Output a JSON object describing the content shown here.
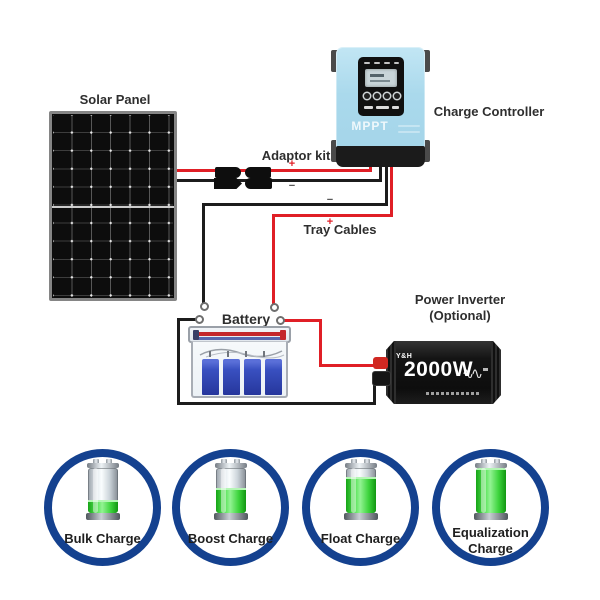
{
  "diagram": {
    "title_labels": {
      "solar_panel": "Solar Panel",
      "adaptor_kit": "Adaptor kit",
      "charge_controller": "Charge Controller",
      "tray_cables": "Tray Cables",
      "battery": "Battery",
      "power_inverter": "Power Inverter",
      "power_inverter_note": "(Optional)"
    },
    "polarity_marks": {
      "adaptor_plus": "+",
      "adaptor_minus": "−",
      "tray_minus": "−",
      "tray_plus": "+"
    },
    "charge_controller": {
      "display_text": "MPPT"
    },
    "power_inverter": {
      "brand": "Y&H",
      "power_rating": "2000W"
    },
    "charge_stages": [
      {
        "label": "Bulk Charge",
        "fill_percent": 28
      },
      {
        "label": "Boost Charge",
        "fill_percent": 55
      },
      {
        "label": "Float Charge",
        "fill_percent": 80
      },
      {
        "label": "Equalization Charge",
        "fill_percent": 100
      }
    ],
    "colors": {
      "wire_positive": "#e01f26",
      "wire_negative": "#1c1c1c",
      "controller_body": "#aedcf0",
      "stage_ring": "#14418f",
      "charge_green": "#3fd23f",
      "battery_cell_blue": "#3950c0"
    }
  }
}
